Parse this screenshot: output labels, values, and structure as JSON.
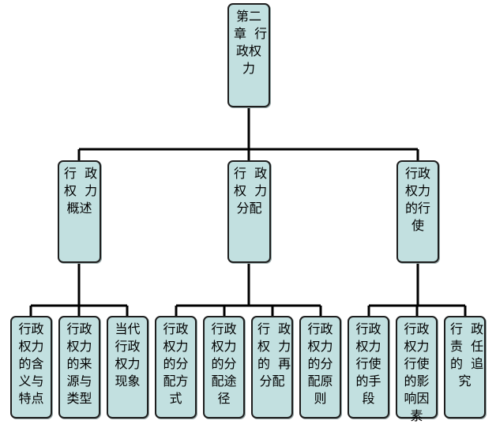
{
  "diagram": {
    "root": {
      "lines": [
        "第二",
        "章  行",
        "政权",
        "力"
      ]
    },
    "level1": [
      {
        "lines": [
          "行  政",
          "权  力",
          "概述"
        ]
      },
      {
        "lines": [
          "行  政",
          "权  力",
          "分配"
        ]
      },
      {
        "lines": [
          "行政",
          "权力",
          "的行",
          "使"
        ]
      }
    ],
    "level2": [
      {
        "lines": [
          "行政",
          "权力",
          "的含",
          "义与",
          "特点"
        ]
      },
      {
        "lines": [
          "行政",
          "权力",
          "的来",
          "源与",
          "类型"
        ]
      },
      {
        "lines": [
          "当代",
          "行政",
          "权力",
          "现象"
        ]
      },
      {
        "lines": [
          "行政",
          "权力",
          "的分",
          "配方",
          "式"
        ]
      },
      {
        "lines": [
          "行政",
          "权力",
          "的分",
          "配途",
          "径"
        ]
      },
      {
        "lines": [
          "行  政",
          "权  力",
          "的  再",
          "分配"
        ]
      },
      {
        "lines": [
          "行政",
          "权力",
          "的分",
          "配原",
          "则"
        ]
      },
      {
        "lines": [
          "行政",
          "权力",
          "行使",
          "的手",
          "段"
        ]
      },
      {
        "lines": [
          "行政",
          "权力",
          "行使",
          "的影",
          "响因",
          "素"
        ]
      },
      {
        "lines": [
          "行  政",
          "责  任",
          "的  追",
          "究"
        ]
      }
    ]
  }
}
